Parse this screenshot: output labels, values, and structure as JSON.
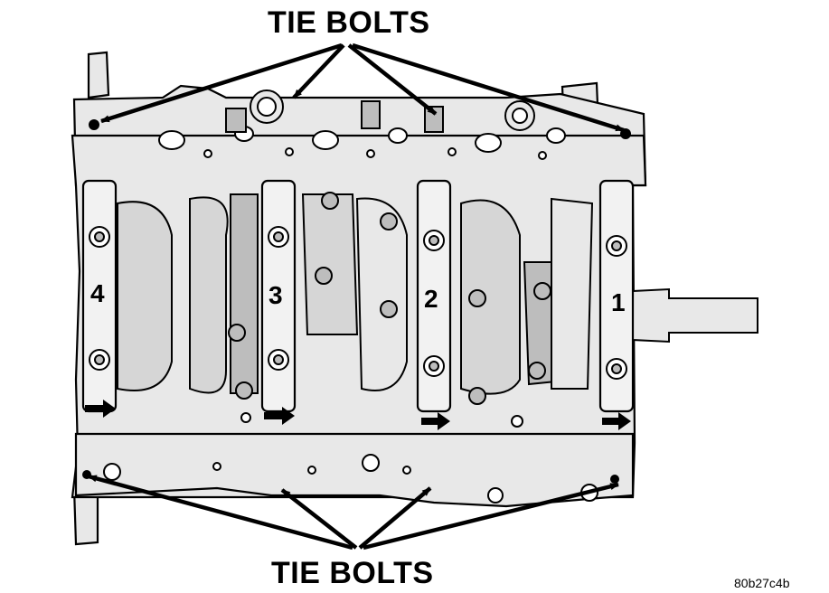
{
  "labels": {
    "top_callout": "TIE BOLTS",
    "bottom_callout": "TIE BOLTS",
    "figure_code": "80b27c4b"
  },
  "bearing_caps": [
    "4",
    "3",
    "2",
    "1"
  ],
  "colors": {
    "ink": "#000000",
    "fill": "#e8e8e8",
    "shade": "#bdbdbd",
    "paper": "#ffffff"
  }
}
